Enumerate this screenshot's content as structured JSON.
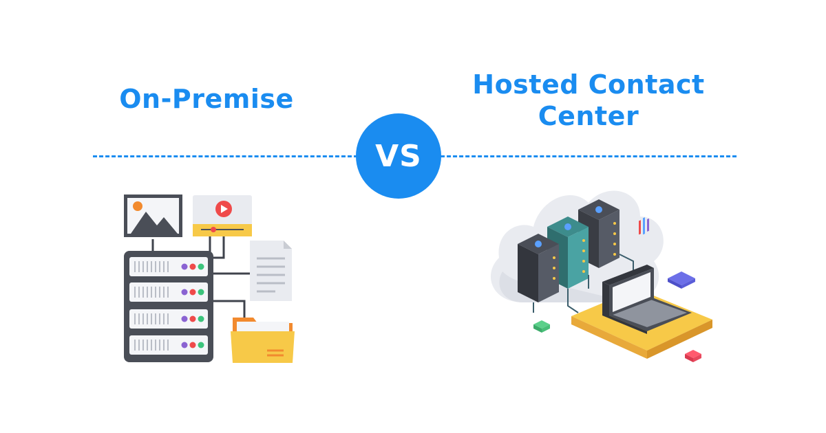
{
  "left": {
    "title": "On-Premise"
  },
  "right": {
    "title_line1": "Hosted Contact",
    "title_line2": "Center"
  },
  "badge": {
    "label": "VS"
  },
  "colors": {
    "accent": "#1a8cf0",
    "server_dark": "#4a4e57",
    "folder": "#f7c948",
    "cloud": "#e9ebf0",
    "laptop_base": "#f7c948"
  },
  "icons": [
    "image-icon",
    "video-player-icon",
    "document-icon",
    "folder-icon",
    "server-rack-icon",
    "cloud-icon",
    "laptop-icon"
  ]
}
